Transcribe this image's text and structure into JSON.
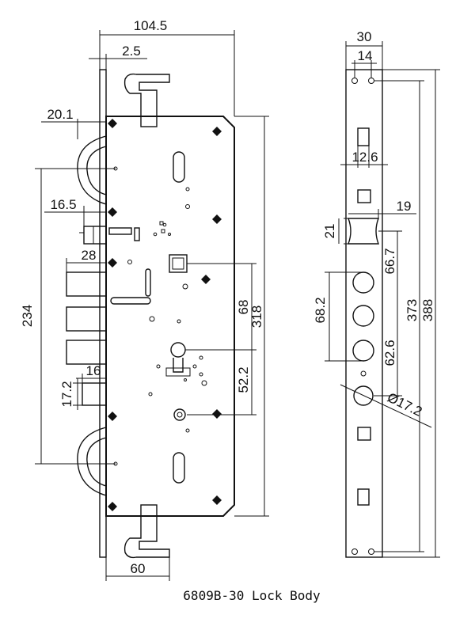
{
  "diagram": {
    "caption": "6809B-30 Lock Body",
    "front_view": {
      "dims": {
        "overall_width": "104.5",
        "faceplate_offset": "2.5",
        "top_hook_offset": "20.1",
        "latch_offset": "16.5",
        "bolt_length": "28",
        "bolt_span": "234",
        "small_bolt_width": "16",
        "small_bolt_height": "17.2",
        "handle_to_cylinder": "68",
        "body_height": "318",
        "cylinder_to_lower": "52.2",
        "bottom_hook_width": "60"
      }
    },
    "side_view": {
      "dims": {
        "faceplate_width": "30",
        "hole_spacing": "14",
        "slot_width": "12.6",
        "latch_width": "19",
        "latch_height": "21",
        "handle_to_cylinder": "66.7",
        "bolt_span": "68.2",
        "center_span": "373",
        "overall_height": "388",
        "cylinder_span": "62.6",
        "hole_diameter": "Ø17.2"
      }
    }
  }
}
